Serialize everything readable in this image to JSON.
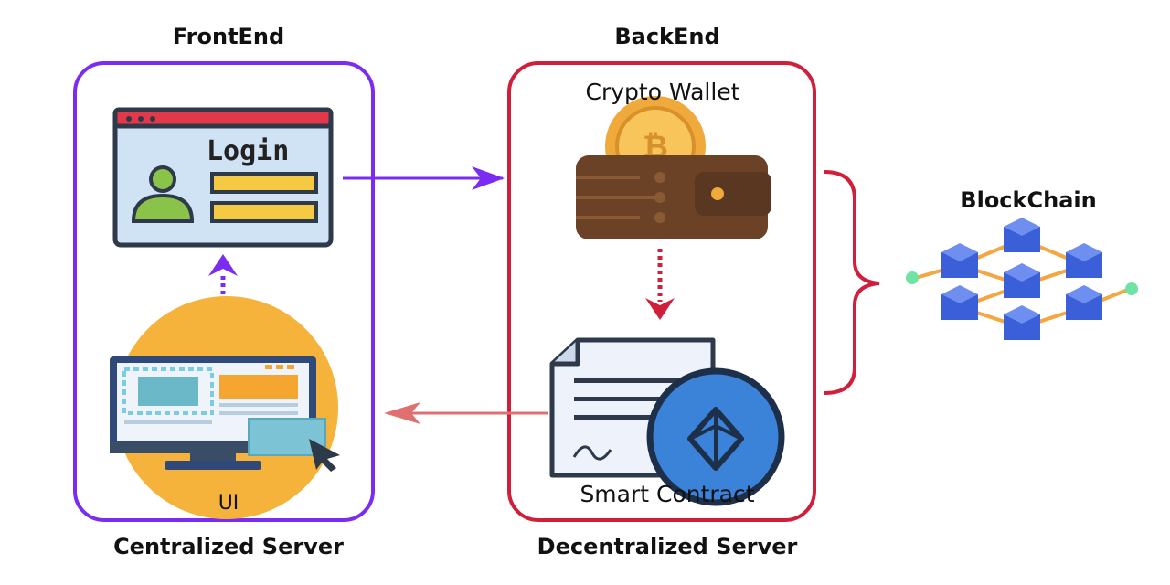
{
  "sections": {
    "frontend_title": "FrontEnd",
    "backend_title": "BackEnd",
    "blockchain_title": "BlockChain",
    "centralized_caption": "Centralized Server",
    "decentralized_caption": "Decentralized Server"
  },
  "nodes": {
    "login_text": "Login",
    "crypto_wallet_label": "Crypto Wallet",
    "smart_contract_label": "Smart Contract",
    "ui_label": "UI"
  },
  "icons": {
    "login": "login-window-icon",
    "ui": "computer-monitor-icon",
    "wallet": "bitcoin-wallet-icon",
    "contract": "ethereum-contract-icon",
    "blockchain": "blockchain-cubes-icon"
  },
  "colors": {
    "frontend": "#7a2cf2",
    "backend": "#cf1f3a",
    "return_arrow": "#e07070",
    "screen_border": "#2e3a4a",
    "wallet_brown": "#6b4226",
    "coin_orange": "#f0a93b",
    "eth_blue": "#3b82d9",
    "cube_blue": "#3a5fd8",
    "chain_orange": "#f4a640",
    "node_green": "#6ee3a4"
  }
}
